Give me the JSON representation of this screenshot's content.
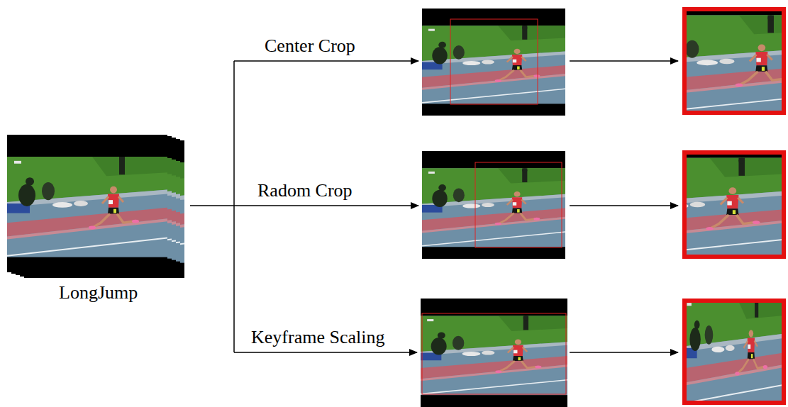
{
  "diagram": {
    "nodes": [
      {
        "text": [
          "LongJump"
        ]
      }
    ],
    "labels": [
      "Center Crop",
      "Radom Crop",
      "Keyframe Scaling"
    ]
  }
}
